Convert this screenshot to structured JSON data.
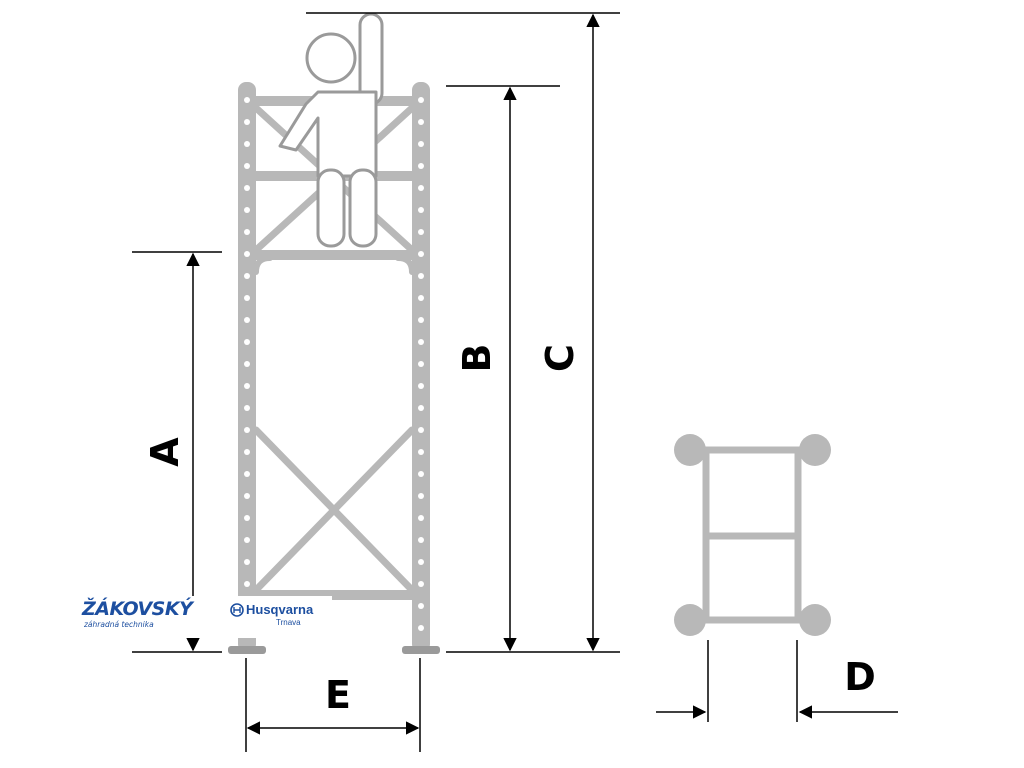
{
  "dimension_labels": {
    "a": "A",
    "b": "B",
    "c": "C",
    "d": "D",
    "e": "E"
  },
  "logos": {
    "zakovsky_name": "ŽÁKOVSKÝ",
    "zakovsky_tagline": "záhradná technika",
    "husqvarna_name": "Husqvarna",
    "husqvarna_location": "Trnava"
  },
  "colors": {
    "frame": "#b8b8b8",
    "frame_dark": "#9a9a9a",
    "line": "#000000",
    "logo_blue": "#1d4fa0"
  }
}
